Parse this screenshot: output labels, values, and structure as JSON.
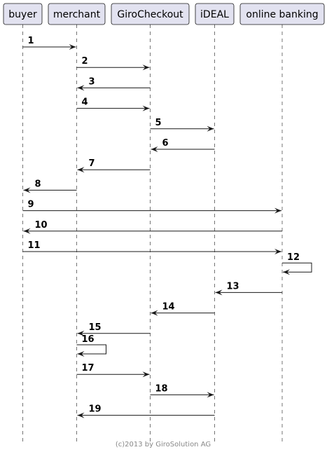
{
  "diagram": {
    "participants": [
      {
        "id": "buyer",
        "label": "buyer"
      },
      {
        "id": "merchant",
        "label": "merchant"
      },
      {
        "id": "girocheckout",
        "label": "GiroCheckout"
      },
      {
        "id": "ideal",
        "label": "iDEAL"
      },
      {
        "id": "onlinebanking",
        "label": "online banking"
      }
    ],
    "messages": [
      {
        "label": "1",
        "from": "buyer",
        "to": "merchant"
      },
      {
        "label": "2",
        "from": "merchant",
        "to": "girocheckout"
      },
      {
        "label": "3",
        "from": "girocheckout",
        "to": "merchant"
      },
      {
        "label": "4",
        "from": "merchant",
        "to": "girocheckout"
      },
      {
        "label": "5",
        "from": "girocheckout",
        "to": "ideal"
      },
      {
        "label": "6",
        "from": "ideal",
        "to": "girocheckout"
      },
      {
        "label": "7",
        "from": "girocheckout",
        "to": "merchant"
      },
      {
        "label": "8",
        "from": "merchant",
        "to": "buyer"
      },
      {
        "label": "9",
        "from": "buyer",
        "to": "onlinebanking"
      },
      {
        "label": "10",
        "from": "onlinebanking",
        "to": "buyer"
      },
      {
        "label": "11",
        "from": "buyer",
        "to": "onlinebanking"
      },
      {
        "label": "12",
        "from": "onlinebanking",
        "to": "onlinebanking"
      },
      {
        "label": "13",
        "from": "onlinebanking",
        "to": "ideal"
      },
      {
        "label": "14",
        "from": "ideal",
        "to": "girocheckout"
      },
      {
        "label": "15",
        "from": "girocheckout",
        "to": "merchant"
      },
      {
        "label": "16",
        "from": "merchant",
        "to": "merchant"
      },
      {
        "label": "17",
        "from": "merchant",
        "to": "girocheckout"
      },
      {
        "label": "18",
        "from": "girocheckout",
        "to": "ideal"
      },
      {
        "label": "19",
        "from": "ideal",
        "to": "merchant"
      }
    ],
    "footer": "(c)2013 by GiroSolution AG"
  }
}
